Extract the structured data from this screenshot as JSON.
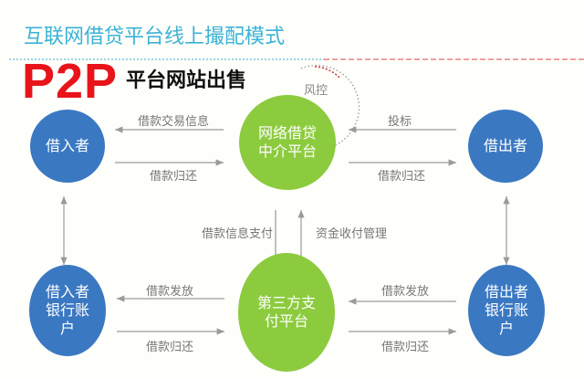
{
  "title": "互联网借贷平台线上撮配模式",
  "badge": "P2P",
  "subtitle": "平台网站出售",
  "risk_label": "风控",
  "nodes": {
    "borrower": "借入者",
    "platform": "网络借贷中介平台",
    "lender": "借出者",
    "borrower_bank": "借入者银行账户",
    "payment": "第三方支付平台",
    "lender_bank": "借出者银行账户"
  },
  "edges": {
    "loan_info": "借款交易信息",
    "repay_top_left": "借款归还",
    "bid": "投标",
    "repay_top_right": "借款归还",
    "loan_pay_info": "借款信息支付",
    "fund_mgmt": "资金收付管理",
    "disburse_left": "借款发放",
    "repay_bottom_left": "借款归还",
    "disburse_right": "借款发放",
    "repay_bottom_right": "借款归还"
  },
  "colors": {
    "title": "#3bb3d6",
    "badge": "#e8141a",
    "node_blue": "#3a78c2",
    "node_green": "#8ccb3e"
  }
}
